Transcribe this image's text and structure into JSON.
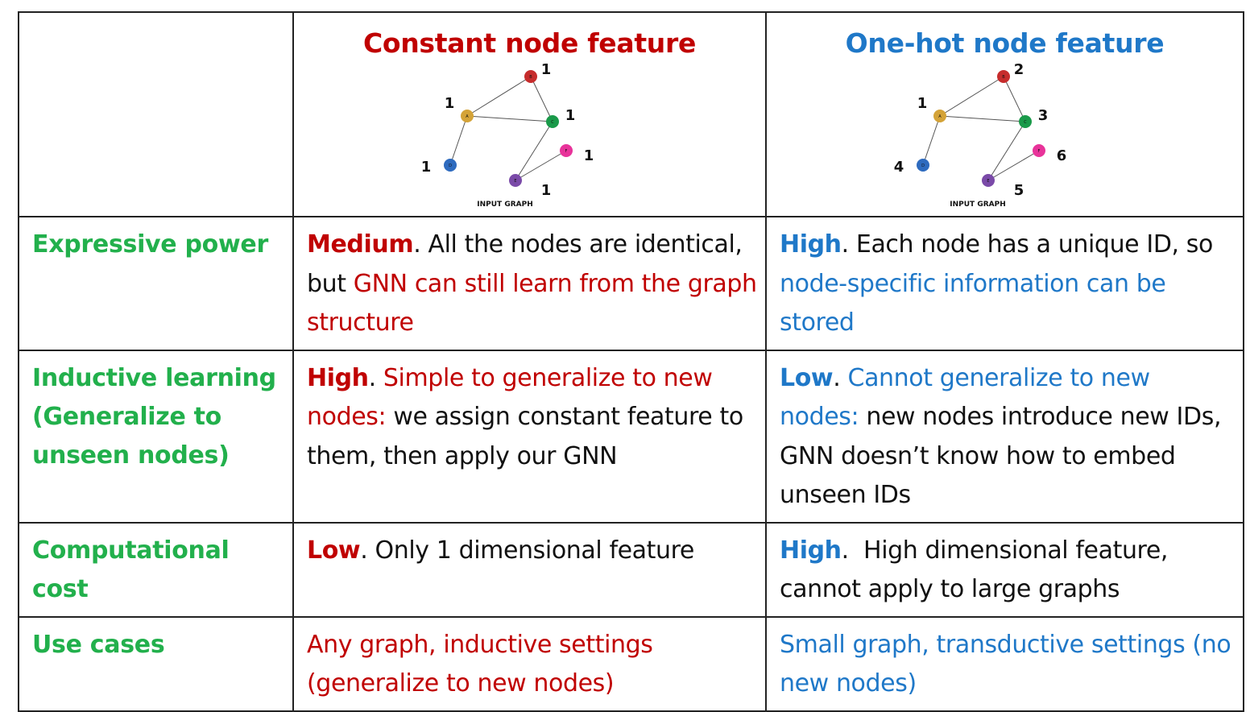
{
  "colors": {
    "label_green": "#22b04c",
    "constant_red": "#c00000",
    "onehot_blue": "#1f78c8",
    "text_black": "#111111",
    "border": "#222222"
  },
  "header": {
    "constant_title": "Constant node feature",
    "onehot_title": "One-hot node feature"
  },
  "graphs": {
    "caption": "INPUT GRAPH",
    "nodes": [
      {
        "id": "A",
        "color": "#d4a338"
      },
      {
        "id": "B",
        "color": "#c62c2c"
      },
      {
        "id": "C",
        "color": "#1a9a4a"
      },
      {
        "id": "D",
        "color": "#2e6bbf"
      },
      {
        "id": "E",
        "color": "#7a4aa8"
      },
      {
        "id": "F",
        "color": "#e8339a"
      }
    ],
    "edges": [
      [
        "A",
        "B"
      ],
      [
        "A",
        "C"
      ],
      [
        "B",
        "C"
      ],
      [
        "A",
        "D"
      ],
      [
        "C",
        "E"
      ],
      [
        "E",
        "F"
      ]
    ],
    "constant_labels": {
      "A": "1",
      "B": "1",
      "C": "1",
      "D": "1",
      "E": "1",
      "F": "1"
    },
    "onehot_labels": {
      "A": "1",
      "B": "2",
      "C": "3",
      "D": "4",
      "E": "5",
      "F": "6"
    }
  },
  "rows": {
    "expressive": {
      "label": "Expressive power",
      "constant": {
        "lead": "Medium",
        "rest_black": ". All the nodes are identical, but ",
        "rest_color": "GNN can still learn from the graph structure"
      },
      "onehot": {
        "lead": "High",
        "rest_black": ". Each node has a unique ID, so ",
        "rest_color": "node-specific information can be stored"
      }
    },
    "inductive": {
      "label_line1": "Inductive learning",
      "label_line2": "(Generalize to unseen nodes)",
      "constant": {
        "lead": "High",
        "dot": ". ",
        "rest_color": "Simple to generalize to new nodes:",
        "rest_black": " we assign constant feature to them, then apply our GNN"
      },
      "onehot": {
        "lead": "Low",
        "dot": ". ",
        "rest_color": "Cannot generalize to new nodes:",
        "rest_black": " new nodes introduce new IDs, GNN doesn’t know how to embed unseen IDs"
      }
    },
    "cost": {
      "label": "Computational cost",
      "constant": {
        "lead": "Low",
        "rest_black": ". Only 1 dimensional feature"
      },
      "onehot": {
        "lead": "High",
        "rest_black": ".  High dimensional feature, cannot apply to large graphs"
      }
    },
    "usecases": {
      "label": "Use cases",
      "constant": "Any graph, inductive settings (generalize to new nodes)",
      "onehot": "Small graph, transductive settings (no new nodes)"
    }
  }
}
